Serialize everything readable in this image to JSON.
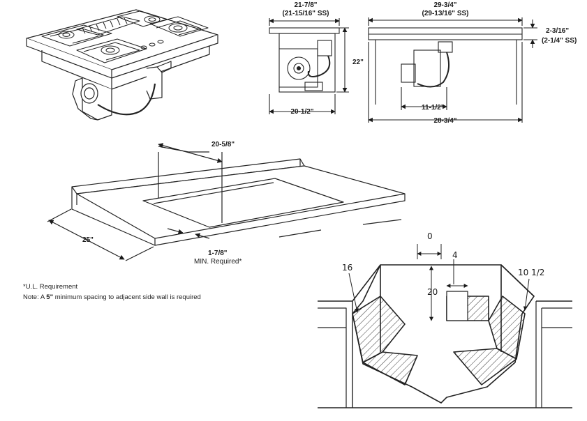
{
  "side_view": {
    "width_top": "21-7/8\"",
    "width_top_ss": "(21-15/16\" SS)",
    "height": "22\"",
    "width_bottom": "20-1/2\""
  },
  "front_view": {
    "width_top": "29-3/4\"",
    "width_top_ss": "(29-13/16\" SS)",
    "thickness": "2-3/16\"",
    "thickness_ss": "(2-1/4\" SS)",
    "burner_box": "11-1/2\"",
    "width_bottom": "28-3/4\""
  },
  "cutout": {
    "cutout_width": "20-5/8\"",
    "depth": "25\"",
    "min_front": "1-7/8\"",
    "min_required": "MIN. Required*"
  },
  "notes": {
    "ul": "*U.L. Requirement",
    "spacing_prefix": "Note: A ",
    "spacing_bold": "5\"",
    "spacing_suffix": " minimum spacing to adjacent side wall is required"
  },
  "section_view": {
    "dim_0": "0",
    "dim_4": "4",
    "dim_20": "20",
    "dim_16": "16",
    "dim_10_5": "10 1/2"
  }
}
